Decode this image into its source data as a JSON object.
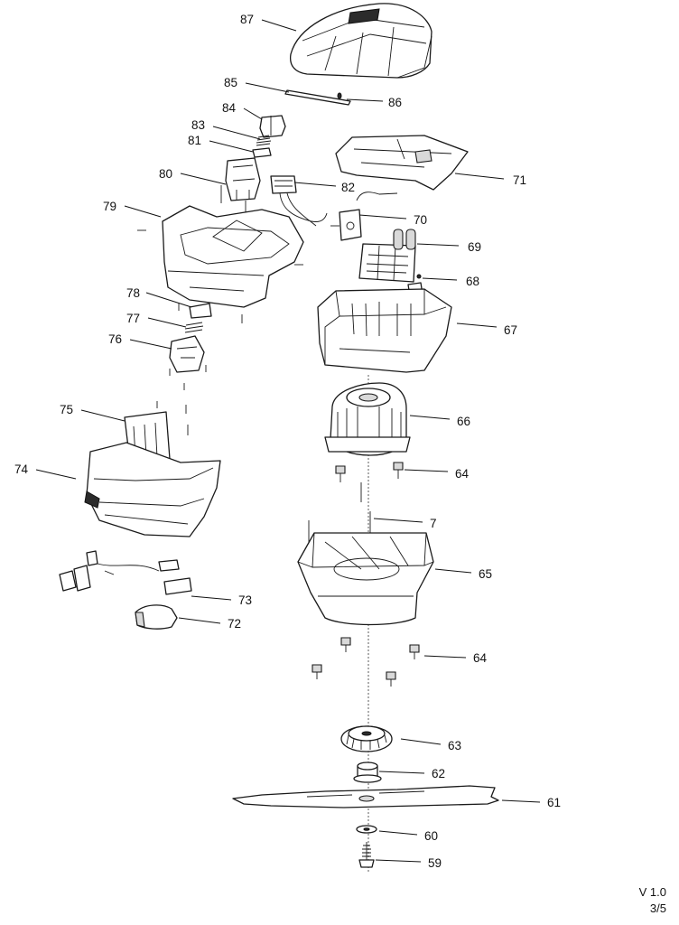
{
  "callouts": [
    {
      "id": "87",
      "label": "87"
    },
    {
      "id": "85",
      "label": "85"
    },
    {
      "id": "86",
      "label": "86"
    },
    {
      "id": "84",
      "label": "84"
    },
    {
      "id": "83",
      "label": "83"
    },
    {
      "id": "81",
      "label": "81"
    },
    {
      "id": "71",
      "label": "71"
    },
    {
      "id": "80",
      "label": "80"
    },
    {
      "id": "82",
      "label": "82"
    },
    {
      "id": "79",
      "label": "79"
    },
    {
      "id": "70",
      "label": "70"
    },
    {
      "id": "69",
      "label": "69"
    },
    {
      "id": "68",
      "label": "68"
    },
    {
      "id": "78",
      "label": "78"
    },
    {
      "id": "67",
      "label": "67"
    },
    {
      "id": "77",
      "label": "77"
    },
    {
      "id": "76",
      "label": "76"
    },
    {
      "id": "66",
      "label": "66"
    },
    {
      "id": "75",
      "label": "75"
    },
    {
      "id": "74",
      "label": "74"
    },
    {
      "id": "64a",
      "label": "64"
    },
    {
      "id": "7",
      "label": "7"
    },
    {
      "id": "65",
      "label": "65"
    },
    {
      "id": "73",
      "label": "73"
    },
    {
      "id": "72",
      "label": "72"
    },
    {
      "id": "64b",
      "label": "64"
    },
    {
      "id": "63",
      "label": "63"
    },
    {
      "id": "62",
      "label": "62"
    },
    {
      "id": "61",
      "label": "61"
    },
    {
      "id": "60",
      "label": "60"
    },
    {
      "id": "59",
      "label": "59"
    }
  ],
  "footer": {
    "version": "V 1.0",
    "page": "3/5"
  }
}
